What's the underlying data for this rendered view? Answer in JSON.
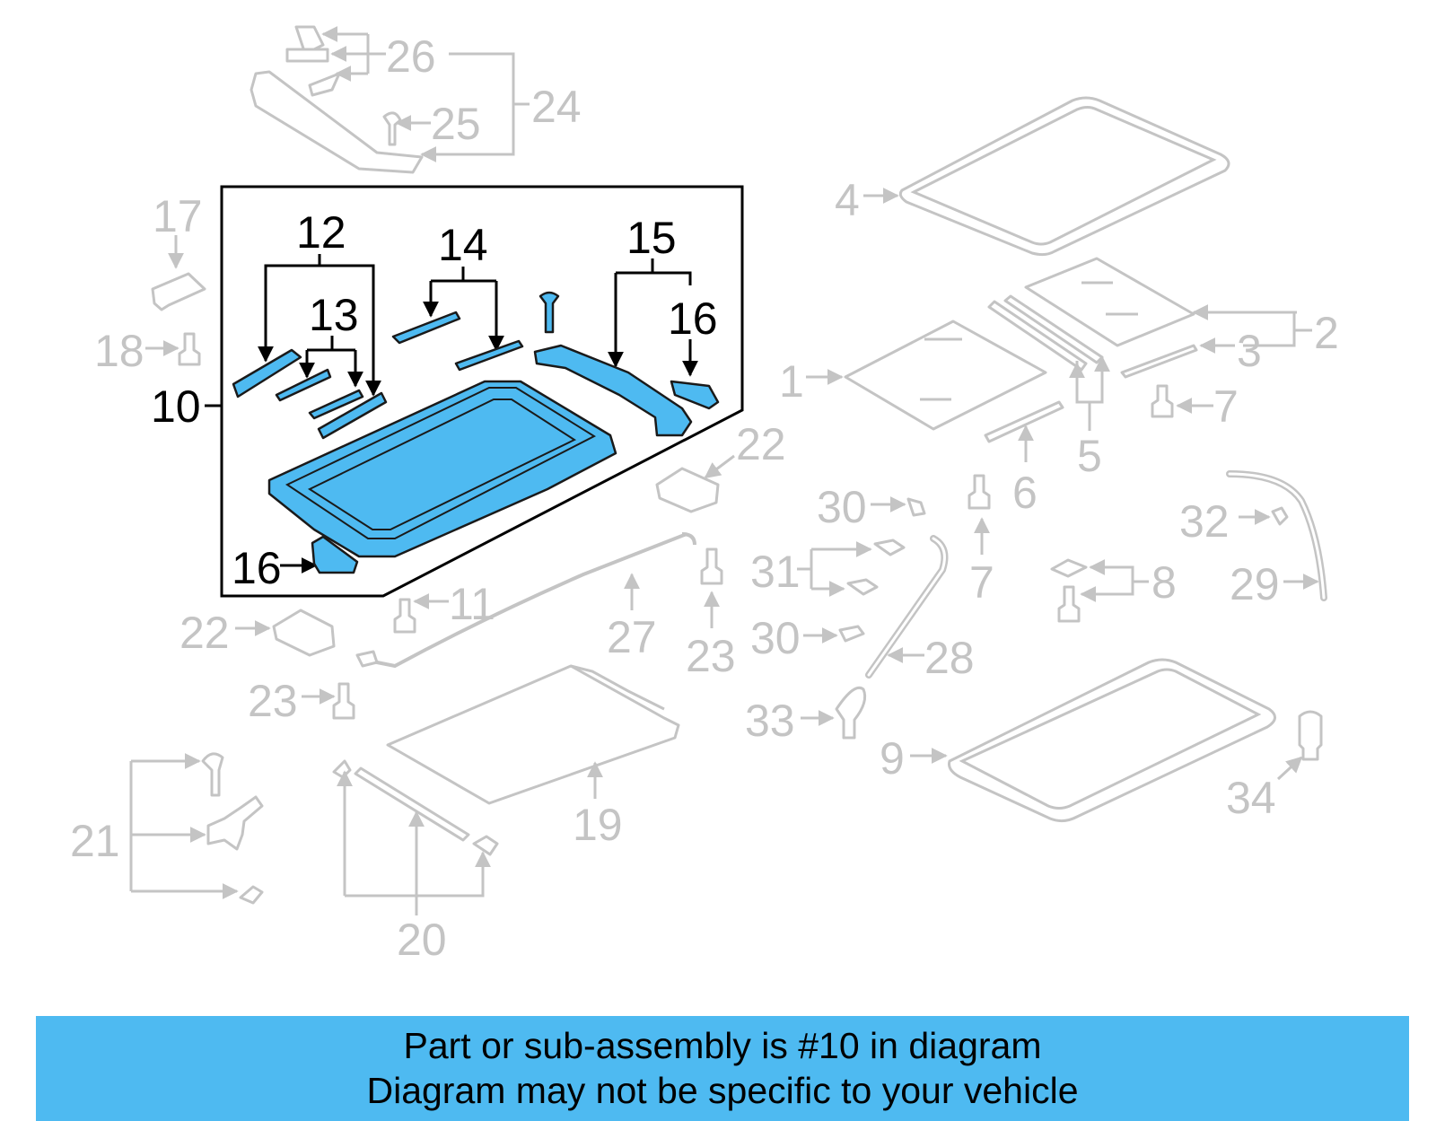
{
  "banner": {
    "line1": "Part or sub-assembly is #10 in diagram",
    "line2": "Diagram may not be specific to your vehicle"
  },
  "highlight_color": "#4ebaf1",
  "highlighted_part": "10",
  "callouts": {
    "c1": "1",
    "c2": "2",
    "c3": "3",
    "c4": "4",
    "c5": "5",
    "c6": "6",
    "c7": "7",
    "c8": "8",
    "c9": "9",
    "c10": "10",
    "c11": "11",
    "c12": "12",
    "c13": "13",
    "c14": "14",
    "c15": "15",
    "c16": "16",
    "c17": "17",
    "c18": "18",
    "c19": "19",
    "c20": "20",
    "c21": "21",
    "c22": "22",
    "c23": "23",
    "c24": "24",
    "c25": "25",
    "c26": "26",
    "c27": "27",
    "c28": "28",
    "c29": "29",
    "c30": "30",
    "c31": "31",
    "c32": "32",
    "c33": "33",
    "c34": "34"
  }
}
